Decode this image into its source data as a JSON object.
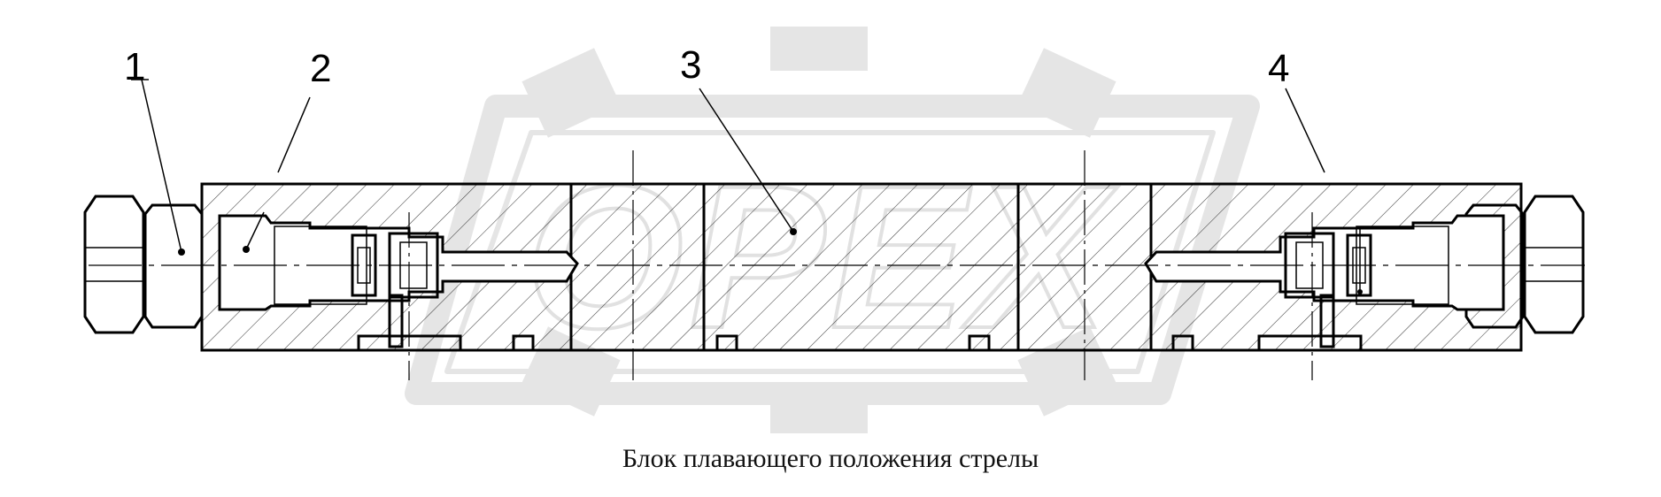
{
  "title": "Блок плавающего положения стрелы",
  "callouts": [
    "1",
    "2",
    "3",
    "4"
  ],
  "watermark": {
    "logo_text": "ОРЕХ",
    "color": "#d8d8d8",
    "icon": "gear-icon"
  },
  "colors": {
    "line": "#000000",
    "background": "#ffffff",
    "hatch": "#000000"
  }
}
